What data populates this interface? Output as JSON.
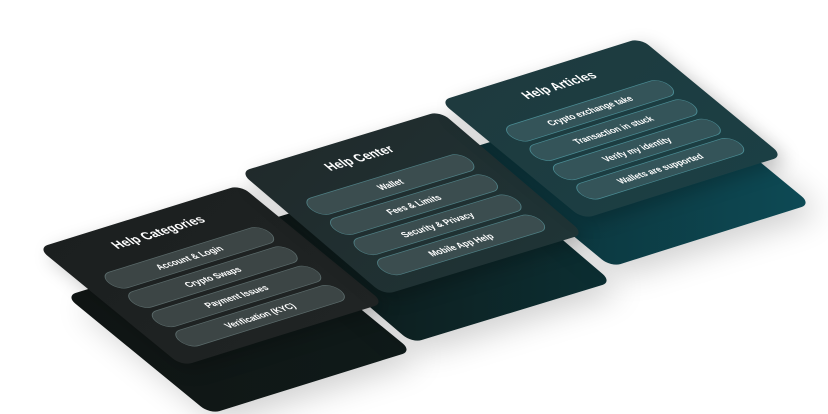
{
  "panels": [
    {
      "title": "Help Categories",
      "items": [
        "Account & Login",
        "Crypto Swaps",
        "Payment Issues",
        "Verification (KYC)"
      ]
    },
    {
      "title": "Help Center",
      "items": [
        "Wallet",
        "Fees & Limits",
        "Security & Privacy",
        "Mobile App Help"
      ]
    },
    {
      "title": "Help Articles",
      "items": [
        "Crypto exchange take",
        "Transaction in stuck",
        "Verify my identity",
        "Wallets are supported"
      ]
    }
  ],
  "colors": {
    "panel_dark": "#1b1f1f",
    "panel_mid": "#1f3436",
    "panel_teal": "#1b3f44",
    "shadow_dark": "#101514",
    "shadow_teal": "#0d4a55"
  }
}
